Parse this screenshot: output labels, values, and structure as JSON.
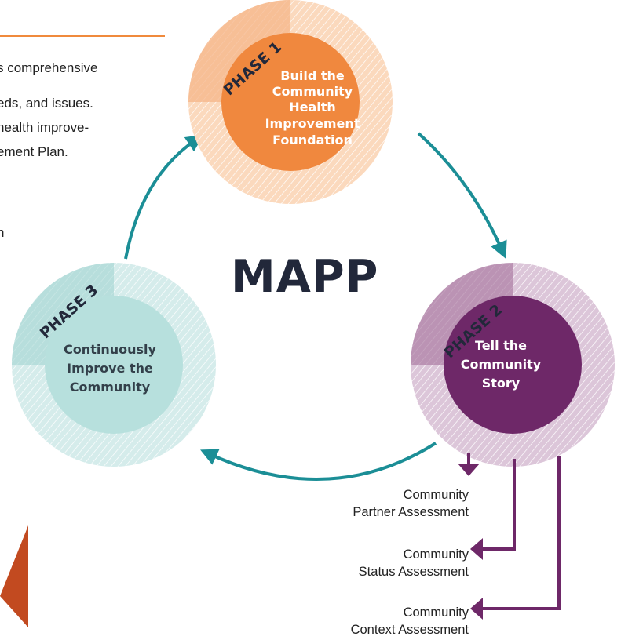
{
  "intro_lines": [
    "s comprehensive",
    "eds, and issues.",
    "health improve-",
    "ement Plan.",
    "n"
  ],
  "center_label": "MAPP",
  "phases": [
    {
      "tag": "PHASE 1",
      "title_lines": [
        "Build the",
        "Community",
        "Health",
        "Improvement",
        "Foundation"
      ],
      "color": "#f0883e"
    },
    {
      "tag": "PHASE 2",
      "title_lines": [
        "Tell the",
        "Community",
        "Story"
      ],
      "color": "#6e2868"
    },
    {
      "tag": "PHASE 3",
      "title_lines": [
        "Continuously",
        "Improve the",
        "Community"
      ],
      "color": "#b7e0dd"
    }
  ],
  "assessments": [
    {
      "line1": "Community",
      "line2": "Partner Assessment"
    },
    {
      "line1": "Community",
      "line2": "Status Assessment"
    },
    {
      "line1": "Community",
      "line2": "Context Assessment"
    }
  ],
  "colors": {
    "arrow": "#1b8e96",
    "branch": "#6e2868",
    "accent": "#c24a20"
  }
}
